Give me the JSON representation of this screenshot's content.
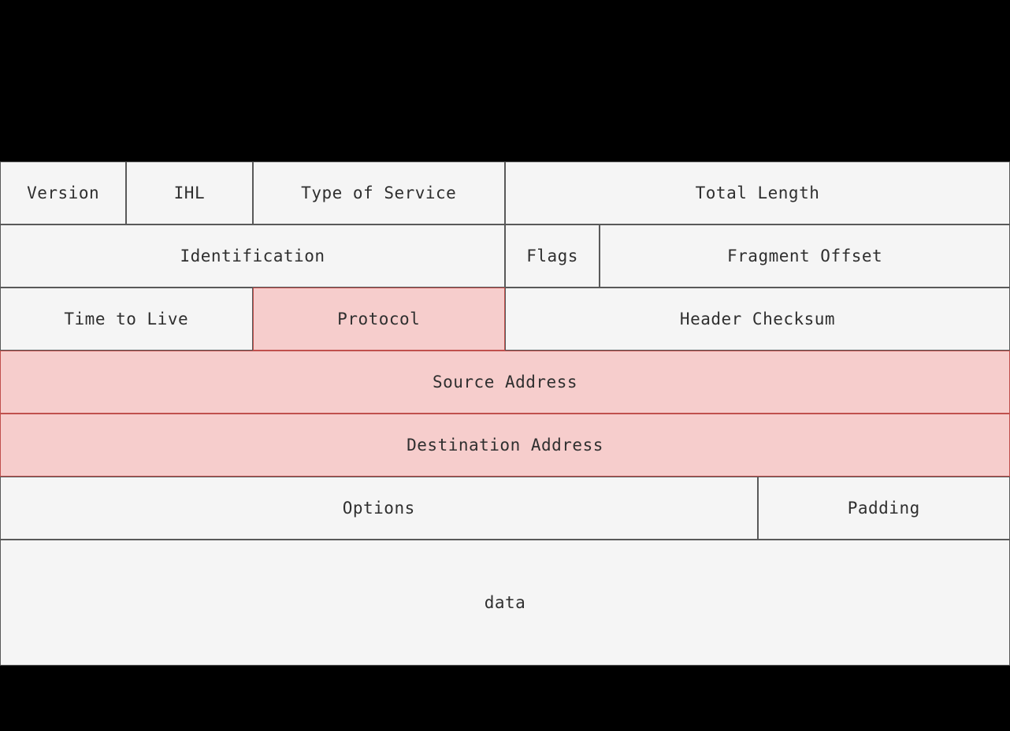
{
  "diagram": {
    "rows": [
      {
        "cells": [
          {
            "label": "Version",
            "bits": 4,
            "highlighted": false
          },
          {
            "label": "IHL",
            "bits": 4,
            "highlighted": false
          },
          {
            "label": "Type of Service",
            "bits": 8,
            "highlighted": false
          },
          {
            "label": "Total Length",
            "bits": 16,
            "highlighted": false
          }
        ]
      },
      {
        "cells": [
          {
            "label": "Identification",
            "bits": 16,
            "highlighted": false
          },
          {
            "label": "Flags",
            "bits": 3,
            "highlighted": false
          },
          {
            "label": "Fragment Offset",
            "bits": 13,
            "highlighted": false
          }
        ]
      },
      {
        "cells": [
          {
            "label": "Time to Live",
            "bits": 8,
            "highlighted": false
          },
          {
            "label": "Protocol",
            "bits": 8,
            "highlighted": true
          },
          {
            "label": "Header Checksum",
            "bits": 16,
            "highlighted": false
          }
        ]
      },
      {
        "cells": [
          {
            "label": "Source Address",
            "bits": 32,
            "highlighted": true
          }
        ]
      },
      {
        "cells": [
          {
            "label": "Destination Address",
            "bits": 32,
            "highlighted": true
          }
        ]
      },
      {
        "cells": [
          {
            "label": "Options",
            "bits": 24,
            "highlighted": false
          },
          {
            "label": "Padding",
            "bits": 8,
            "highlighted": false
          }
        ]
      },
      {
        "cells": [
          {
            "label": "data",
            "bits": 32,
            "highlighted": false
          }
        ]
      }
    ]
  },
  "colors": {
    "page_background": "#000000",
    "cell_fill": "#f5f5f5",
    "cell_border": "#595959",
    "highlight_fill": "#f6cdcc",
    "highlight_border": "#c0504d",
    "text": "#2f2f2f"
  }
}
